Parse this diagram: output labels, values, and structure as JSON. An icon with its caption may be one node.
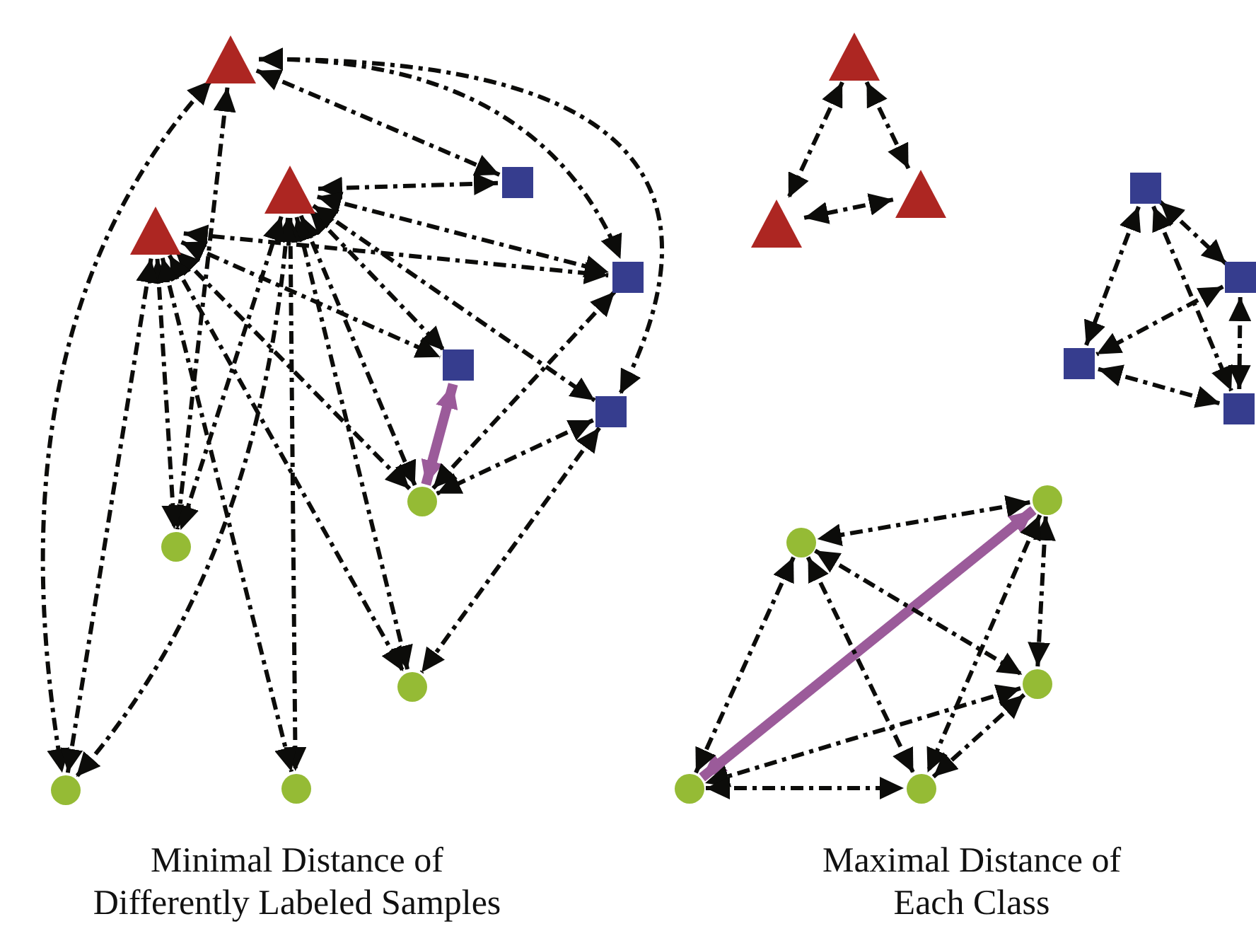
{
  "diagram": {
    "nodes": [
      {
        "text": [],
        "shape": "triangle"
      },
      {
        "text": [],
        "shape": "triangle"
      },
      {
        "text": [],
        "shape": "triangle"
      },
      {
        "text": [],
        "shape": "box"
      },
      {
        "text": [],
        "shape": "box"
      },
      {
        "text": [],
        "shape": "box"
      },
      {
        "text": [],
        "shape": "box"
      },
      {
        "text": [],
        "shape": "circle"
      },
      {
        "text": [],
        "shape": "circle"
      },
      {
        "text": [],
        "shape": "circle"
      },
      {
        "text": [],
        "shape": "circle"
      },
      {
        "text": [],
        "shape": "circle"
      },
      {
        "text": [],
        "shape": "triangle"
      },
      {
        "text": [],
        "shape": "triangle"
      },
      {
        "text": [],
        "shape": "triangle"
      },
      {
        "text": [],
        "shape": "box"
      },
      {
        "text": [],
        "shape": "box"
      },
      {
        "text": [],
        "shape": "box"
      },
      {
        "text": [],
        "shape": "box"
      },
      {
        "text": [],
        "shape": "circle"
      },
      {
        "text": [],
        "shape": "circle"
      },
      {
        "text": [],
        "shape": "circle"
      },
      {
        "text": [],
        "shape": "circle"
      },
      {
        "text": [],
        "shape": "circle"
      }
    ],
    "edges": [
      {
        "from": 0,
        "to": 3,
        "arrow": "both",
        "style": "dashed"
      },
      {
        "from": 0,
        "to": 4,
        "arrow": "both",
        "style": "dashed"
      },
      {
        "from": 0,
        "to": 6,
        "arrow": "both",
        "style": "dashed"
      },
      {
        "from": 0,
        "to": 10,
        "arrow": "both",
        "style": "dashed"
      },
      {
        "from": 0,
        "to": 8,
        "arrow": "both",
        "style": "dashed"
      },
      {
        "from": 1,
        "to": 3,
        "arrow": "both",
        "style": "dashed"
      },
      {
        "from": 1,
        "to": 4,
        "arrow": "both",
        "style": "dashed"
      },
      {
        "from": 1,
        "to": 5,
        "arrow": "both",
        "style": "dashed"
      },
      {
        "from": 1,
        "to": 6,
        "arrow": "both",
        "style": "dashed"
      },
      {
        "from": 1,
        "to": 7,
        "arrow": "both",
        "style": "dashed"
      },
      {
        "from": 1,
        "to": 9,
        "arrow": "both",
        "style": "dashed"
      },
      {
        "from": 1,
        "to": 11,
        "arrow": "both",
        "style": "dashed"
      },
      {
        "from": 1,
        "to": 10,
        "arrow": "both",
        "style": "dashed"
      },
      {
        "from": 1,
        "to": 8,
        "arrow": "both",
        "style": "dashed"
      },
      {
        "from": 2,
        "to": 4,
        "arrow": "both",
        "style": "dashed"
      },
      {
        "from": 2,
        "to": 5,
        "arrow": "both",
        "style": "dashed"
      },
      {
        "from": 2,
        "to": 7,
        "arrow": "both",
        "style": "dashed"
      },
      {
        "from": 2,
        "to": 8,
        "arrow": "both",
        "style": "dashed"
      },
      {
        "from": 2,
        "to": 9,
        "arrow": "both",
        "style": "dashed"
      },
      {
        "from": 2,
        "to": 10,
        "arrow": "both",
        "style": "dashed"
      },
      {
        "from": 2,
        "to": 11,
        "arrow": "both",
        "style": "dashed"
      },
      {
        "from": 5,
        "to": 7,
        "arrow": "both",
        "style": "thick",
        "color": "#9b5b9a"
      },
      {
        "from": 4,
        "to": 7,
        "arrow": "both",
        "style": "dashed"
      },
      {
        "from": 6,
        "to": 7,
        "arrow": "both",
        "style": "dashed"
      },
      {
        "from": 6,
        "to": 9,
        "arrow": "both",
        "style": "dashed"
      },
      {
        "from": 12,
        "to": 13,
        "arrow": "both",
        "style": "dashed"
      },
      {
        "from": 12,
        "to": 14,
        "arrow": "both",
        "style": "dashed"
      },
      {
        "from": 13,
        "to": 14,
        "arrow": "both",
        "style": "dashed"
      },
      {
        "from": 15,
        "to": 16,
        "arrow": "both",
        "style": "dashed"
      },
      {
        "from": 15,
        "to": 17,
        "arrow": "both",
        "style": "dashed"
      },
      {
        "from": 15,
        "to": 18,
        "arrow": "both",
        "style": "dashed"
      },
      {
        "from": 16,
        "to": 17,
        "arrow": "both",
        "style": "dashed"
      },
      {
        "from": 16,
        "to": 18,
        "arrow": "both",
        "style": "dashed"
      },
      {
        "from": 17,
        "to": 18,
        "arrow": "both",
        "style": "dashed"
      },
      {
        "from": 19,
        "to": 20,
        "arrow": "both",
        "style": "dashed"
      },
      {
        "from": 19,
        "to": 21,
        "arrow": "both",
        "style": "dashed"
      },
      {
        "from": 19,
        "to": 22,
        "arrow": "both",
        "style": "thick",
        "color": "#9b5b9a"
      },
      {
        "from": 19,
        "to": 23,
        "arrow": "both",
        "style": "dashed"
      },
      {
        "from": 20,
        "to": 21,
        "arrow": "both",
        "style": "dashed"
      },
      {
        "from": 20,
        "to": 22,
        "arrow": "both",
        "style": "dashed"
      },
      {
        "from": 20,
        "to": 23,
        "arrow": "both",
        "style": "dashed"
      },
      {
        "from": 21,
        "to": 22,
        "arrow": "both",
        "style": "dashed"
      },
      {
        "from": 21,
        "to": 23,
        "arrow": "both",
        "style": "dashed"
      },
      {
        "from": 22,
        "to": 23,
        "arrow": "both",
        "style": "dashed"
      }
    ],
    "labels": [
      "Minimal Distance of Differently Labeled Samples",
      "Maximal Distance of Each Class"
    ]
  }
}
